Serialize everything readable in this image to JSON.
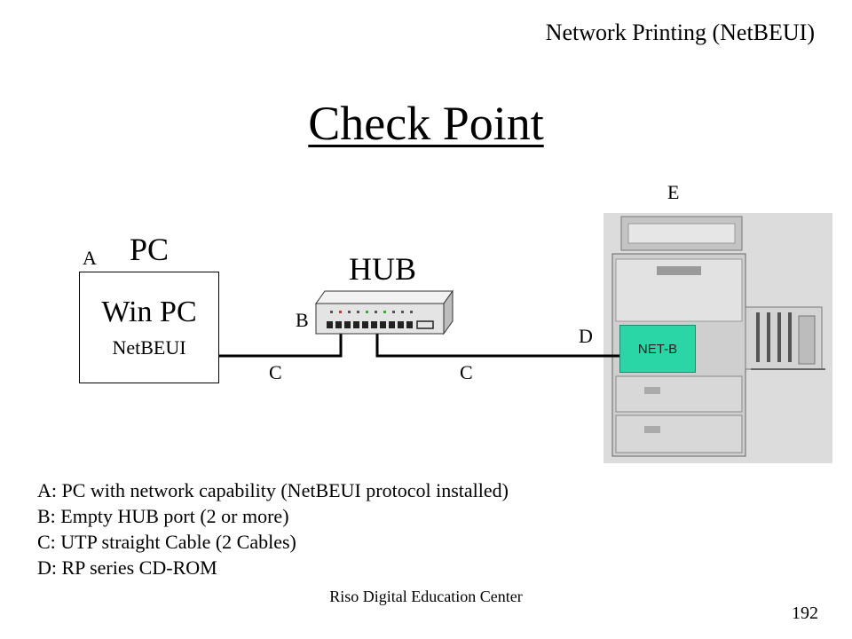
{
  "section_label": "Network Printing (NetBEUI)",
  "title": "Check Point",
  "diagram": {
    "marker_a": "A",
    "marker_b": "B",
    "marker_c1": "C",
    "marker_c2": "C",
    "marker_d": "D",
    "marker_e": "E",
    "pc_label": "PC",
    "hub_label": "HUB",
    "pc_box": {
      "name": "Win PC",
      "protocol": "NetBEUI"
    },
    "netb_label": "NET-B"
  },
  "legend": [
    "A: PC with network capability (NetBEUI protocol installed)",
    "B: Empty HUB port (2 or more)",
    "C: UTP straight Cable (2 Cables)",
    "D: RP series CD-ROM"
  ],
  "footer": "Riso Digital Education Center",
  "page_number": "192"
}
